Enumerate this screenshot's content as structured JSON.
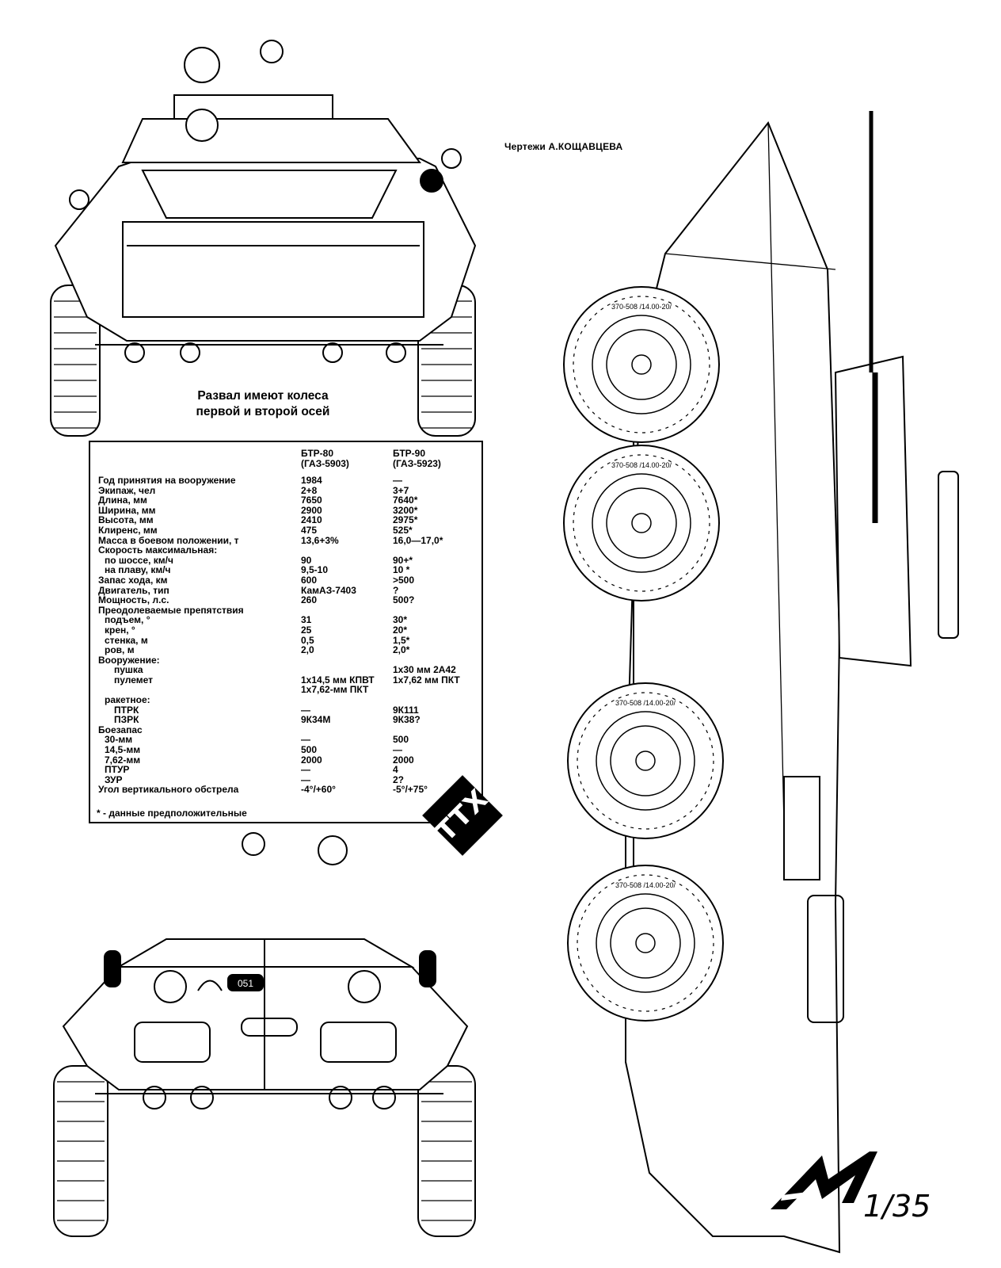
{
  "credit": "Чертежи А.КОЩАВЦЕВА",
  "caption": {
    "line1": "Развал имеют колеса",
    "line2": "первой и второй осей"
  },
  "specs": {
    "header": {
      "col1_line1": "БТР-80",
      "col1_line2": "(ГАЗ-5903)",
      "col2_line1": "БТР-90",
      "col2_line2": "(ГАЗ-5923)"
    },
    "rows": [
      {
        "label": "Год принятия на вооружение",
        "btr80": "1984",
        "btr90": "—"
      },
      {
        "label": "Экипаж, чел",
        "btr80": "2+8",
        "btr90": "3+7"
      },
      {
        "label": "Длина, мм",
        "btr80": "7650",
        "btr90": "7640*"
      },
      {
        "label": "Ширина, мм",
        "btr80": "2900",
        "btr90": "3200*"
      },
      {
        "label": "Высота, мм",
        "btr80": "2410",
        "btr90": "2975*"
      },
      {
        "label": "Клиренс, мм",
        "btr80": "475",
        "btr90": "525*"
      },
      {
        "label": "Масса в боевом положении, т",
        "btr80": "13,6+3%",
        "btr90": "16,0—17,0*"
      },
      {
        "label": "Скорость максимальная:",
        "btr80": "",
        "btr90": ""
      },
      {
        "label": "по шоссе, км/ч",
        "btr80": "90",
        "btr90": "90+*",
        "indent": 1
      },
      {
        "label": "на плаву, км/ч",
        "btr80": "9,5-10",
        "btr90": "10 *",
        "indent": 1
      },
      {
        "label": "Запас хода, км",
        "btr80": "600",
        "btr90": ">500"
      },
      {
        "label": "Двигатель, тип",
        "btr80": "КамАЗ-7403",
        "btr90": "?"
      },
      {
        "label": "Мощность, л.с.",
        "btr80": "260",
        "btr90": "500?"
      },
      {
        "label": "Преодолеваемые препятствия",
        "btr80": "",
        "btr90": ""
      },
      {
        "label": "подъем, °",
        "btr80": "31",
        "btr90": "30*",
        "indent": 1
      },
      {
        "label": "крен, °",
        "btr80": "25",
        "btr90": "20*",
        "indent": 1
      },
      {
        "label": "стенка, м",
        "btr80": "0,5",
        "btr90": "1,5*",
        "indent": 1
      },
      {
        "label": "ров, м",
        "btr80": "2,0",
        "btr90": "2,0*",
        "indent": 1
      },
      {
        "label": "Вооружение:",
        "btr80": "",
        "btr90": ""
      },
      {
        "label": "пушка",
        "btr80": "",
        "btr90": "1x30 мм 2А42",
        "indent": 2
      },
      {
        "label": "пулемет",
        "btr80": "1x14,5 мм КПВТ",
        "btr90": "1x7,62 мм  ПКТ",
        "indent": 2
      },
      {
        "label": "",
        "btr80": "1x7,62-мм ПКТ",
        "btr90": ""
      },
      {
        "label": "",
        "btr80": "",
        "btr90": ""
      },
      {
        "label": "ракетное:",
        "btr80": "",
        "btr90": "",
        "indent": 1
      },
      {
        "label": "ПТРК",
        "btr80": "—",
        "btr90": "9К111",
        "indent": 2
      },
      {
        "label": "ПЗРК",
        "btr80": "9К34М",
        "btr90": "9К38?",
        "indent": 2
      },
      {
        "label": "Боезапас",
        "btr80": "",
        "btr90": ""
      },
      {
        "label": "30-мм",
        "btr80": "—",
        "btr90": "500",
        "indent": 1
      },
      {
        "label": "14,5-мм",
        "btr80": "500",
        "btr90": "—",
        "indent": 1
      },
      {
        "label": "7,62-мм",
        "btr80": "2000",
        "btr90": "2000",
        "indent": 1
      },
      {
        "label": "ПТУР",
        "btr80": "—",
        "btr90": "4",
        "indent": 1
      },
      {
        "label": "ЗУР",
        "btr80": "—",
        "btr90": "2?",
        "indent": 1
      },
      {
        "label": "Угол вертикального обстрела",
        "btr80": " -4°/+60°",
        "btr90": "-5°/+75°"
      }
    ],
    "footnote": "* - данные предположительные"
  },
  "badge": "ТТХ",
  "hull_number": "051",
  "tire_marking": "370-508 /14.00-20/",
  "scale": "1/35",
  "logo": "M"
}
